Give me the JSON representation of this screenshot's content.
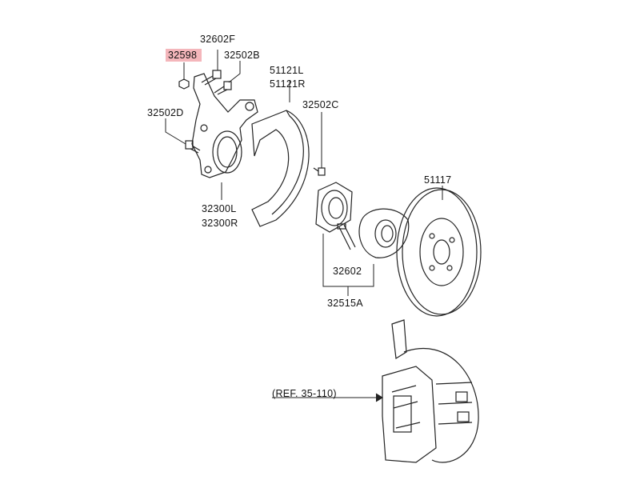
{
  "diagram": {
    "highlight_color": "#f4b6bb",
    "parts": {
      "p32602F": "32602F",
      "p32598": "32598",
      "p32502B": "32502B",
      "p51121L": "51121L",
      "p51121R": "51121R",
      "p32502C": "32502C",
      "p32502D": "32502D",
      "p51117": "51117",
      "p32300L": "32300L",
      "p32300R": "32300R",
      "p32602": "32602",
      "p32515A": "32515A"
    },
    "reference": "(REF. 35-110)",
    "highlighted_part": "32598"
  }
}
